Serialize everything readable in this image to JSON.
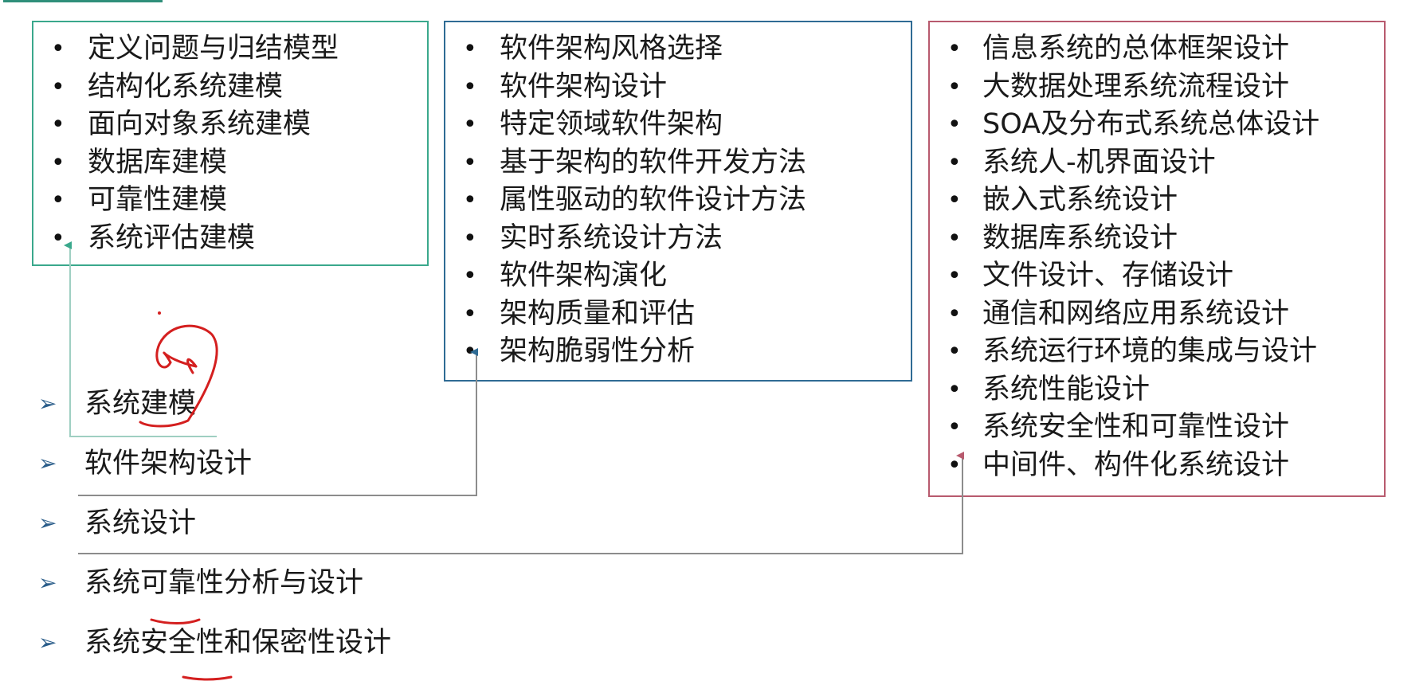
{
  "boxes": [
    {
      "items": [
        "定义问题与归结模型",
        "结构化系统建模",
        "面向对象系统建模",
        "数据库建模",
        "可靠性建模",
        "系统评估建模"
      ],
      "border_color": "#3aa88c"
    },
    {
      "items": [
        "软件架构风格选择",
        "软件架构设计",
        "特定领域软件架构",
        "基于架构的软件开发方法",
        "属性驱动的软件设计方法",
        "实时系统设计方法",
        "软件架构演化",
        "架构质量和评估",
        "架构脆弱性分析"
      ],
      "border_color": "#2f6b94"
    },
    {
      "items": [
        "信息系统的总体框架设计",
        "大数据处理系统流程设计",
        "SOA及分布式系统总体设计",
        "系统人-机界面设计",
        "嵌入式系统设计",
        "数据库系统设计",
        "文件设计、存储设计",
        "通信和网络应用系统设计",
        "系统运行环境的集成与设计",
        "系统性能设计",
        "系统安全性和可靠性设计",
        "中间件、构件化系统设计"
      ],
      "border_color": "#b85a6e"
    }
  ],
  "topics": [
    "系统建模",
    "软件架构设计",
    "系统设计",
    "系统可靠性分析与设计",
    "系统安全性和保密性设计"
  ],
  "icons": {
    "topic_bullet": "arrowhead-right-icon",
    "list_bullet": "dot-icon"
  },
  "colors": {
    "connector": "#8c8c8c",
    "annotation": "#d41f1f"
  }
}
